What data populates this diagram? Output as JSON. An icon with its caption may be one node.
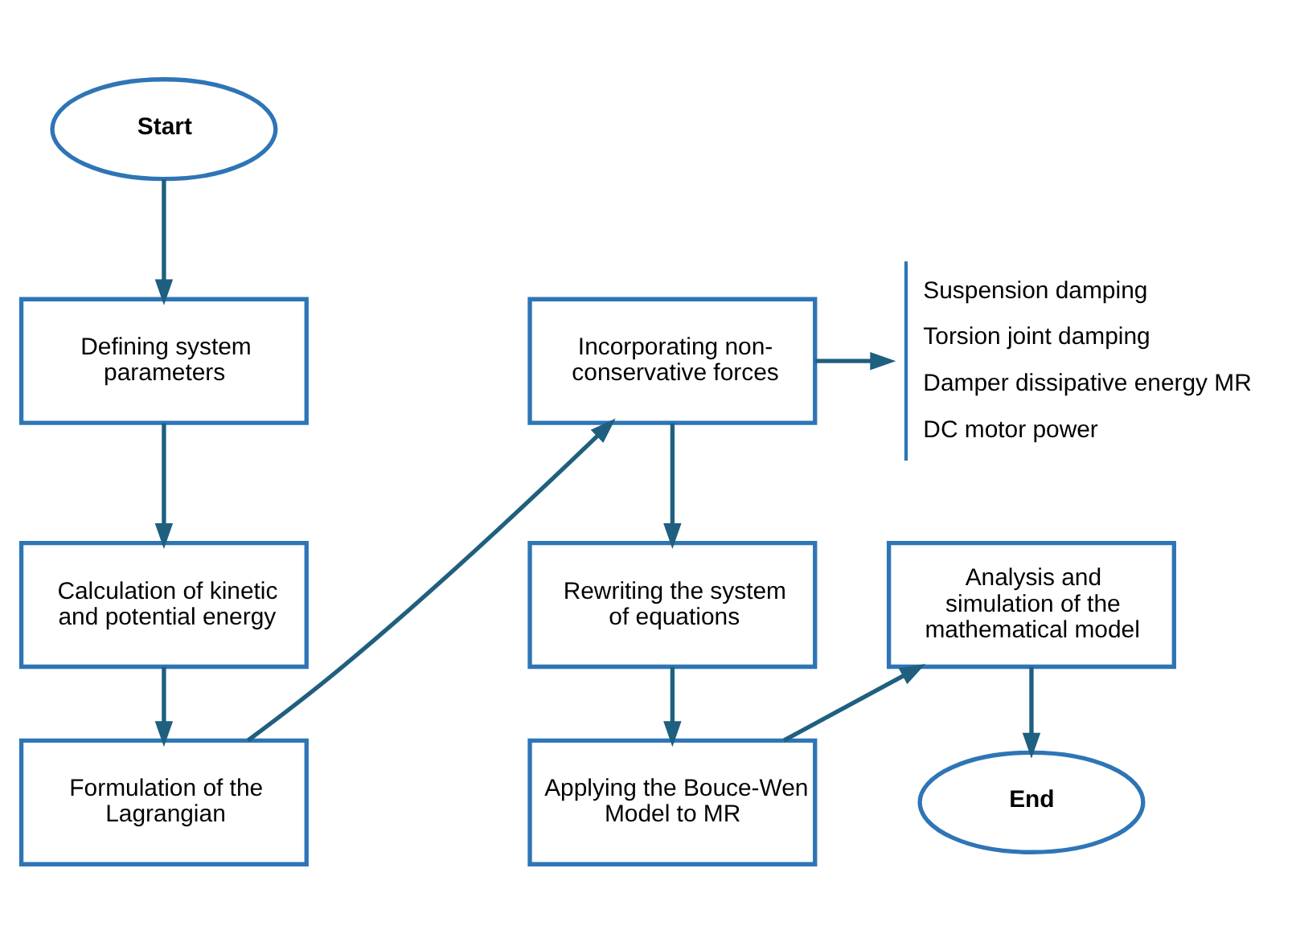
{
  "diagram": {
    "nodes": [
      {
        "text": [
          "Start"
        ]
      },
      {
        "text": [
          "Defining system parameters"
        ]
      },
      {
        "text": [
          "Calculation of kinetic and potential energy"
        ]
      },
      {
        "text": [
          "Formulation of the Lagrangian"
        ]
      },
      {
        "text": [
          "Incorporating non-conservative forces"
        ]
      },
      {
        "text": [
          "Rewriting the system of equations"
        ]
      },
      {
        "text": [
          "Applying the Bouce-Wen Model to MR"
        ]
      },
      {
        "text": [
          "Analysis and simulation of the mathematical model"
        ]
      },
      {
        "text": [
          "End"
        ]
      },
      {
        "text": [
          "Suspension damping",
          "Torsion joint damping",
          "Damper dissipative energy MR",
          "DC motor power"
        ]
      }
    ],
    "edges": [
      {
        "from": 0,
        "to": 1,
        "arrow": "to"
      },
      {
        "from": 1,
        "to": 2,
        "arrow": "to"
      },
      {
        "from": 2,
        "to": 3,
        "arrow": "to"
      },
      {
        "from": 3,
        "to": 4,
        "arrow": "to"
      },
      {
        "from": 4,
        "to": 9,
        "arrow": "to"
      },
      {
        "from": 4,
        "to": 5,
        "arrow": "to"
      },
      {
        "from": 5,
        "to": 6,
        "arrow": "to"
      },
      {
        "from": 6,
        "to": 7,
        "arrow": "to"
      },
      {
        "from": 7,
        "to": 8,
        "arrow": "to"
      }
    ]
  }
}
